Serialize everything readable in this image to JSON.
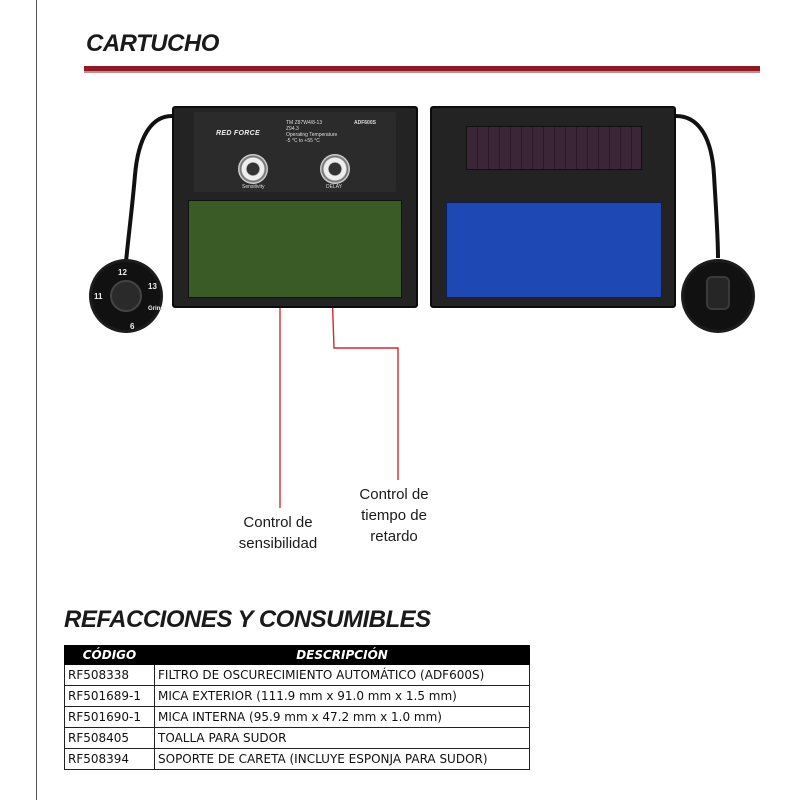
{
  "section1": {
    "title": "CARTUCHO"
  },
  "cartridge": {
    "brand": "RED FORCE",
    "model": "ADF600S",
    "spec_line1": "TM Z87W4/8-13",
    "spec_line2": "Z94.3",
    "spec_line3": "Operating Temperature",
    "spec_line4": "-5 °C to +55 °C",
    "knob1_label": "Sensitivity",
    "knob2_label": "DELAY",
    "dial_numbers": [
      "11",
      "12",
      "13",
      "Grind",
      "6"
    ]
  },
  "callouts": {
    "sensitivity": "Control de sensibilidad",
    "delay": "Control de tiempo de retardo"
  },
  "section2": {
    "title": "REFACCIONES Y CONSUMIBLES"
  },
  "parts_table": {
    "headers": [
      "CÓDIGO",
      "DESCRIPCIÓN"
    ],
    "rows": [
      {
        "code": "RF508338",
        "description": "FILTRO DE OSCURECIMIENTO AUTOMÁTICO (ADF600S)"
      },
      {
        "code": "RF501689-1",
        "description": "MICA EXTERIOR (111.9 mm x 91.0 mm x 1.5 mm)"
      },
      {
        "code": "RF501690-1",
        "description": "MICA INTERNA (95.9 mm x 47.2 mm x 1.0 mm)"
      },
      {
        "code": "RF508405",
        "description": "TOALLA PARA SUDOR"
      },
      {
        "code": "RF508394",
        "description": "SOPORTE DE CARETA (INCLUYE ESPONJA PARA SUDOR)"
      }
    ]
  },
  "colors": {
    "accent_red": "#8f1a24",
    "lens_green": "#3a5a26",
    "lens_blue": "#1e49b4",
    "leader_line": "#d42a2a"
  }
}
